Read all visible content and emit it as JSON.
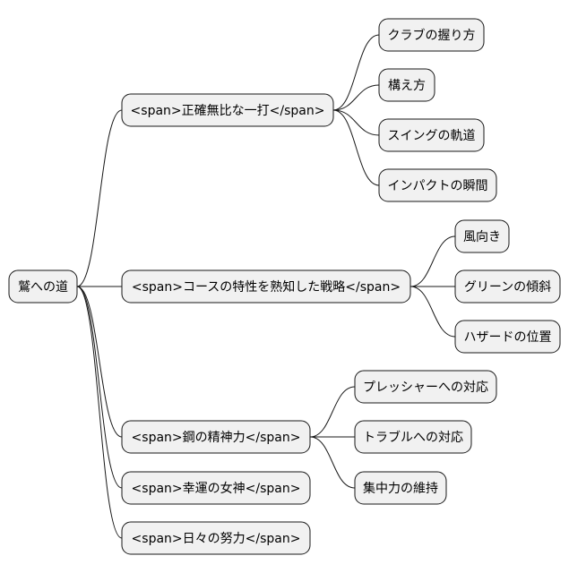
{
  "mindmap": {
    "root": "鷲への道",
    "branches": [
      {
        "label": "<span>正確無比な一打</span>",
        "children": [
          "クラブの握り方",
          "構え方",
          "スイングの軌道",
          "インパクトの瞬間"
        ]
      },
      {
        "label": "<span>コースの特性を熟知した戦略</span>",
        "children": [
          "風向き",
          "グリーンの傾斜",
          "ハザードの位置"
        ]
      },
      {
        "label": "<span>鋼の精神力</span>",
        "children": [
          "プレッシャーへの対応",
          "トラブルへの対応",
          "集中力の維持"
        ]
      },
      {
        "label": "<span>幸運の女神</span>",
        "children": []
      },
      {
        "label": "<span>日々の努力</span>",
        "children": []
      }
    ]
  },
  "colors": {
    "node_fill": "#f1f1f1",
    "node_stroke": "#181818",
    "text": "#000000"
  }
}
